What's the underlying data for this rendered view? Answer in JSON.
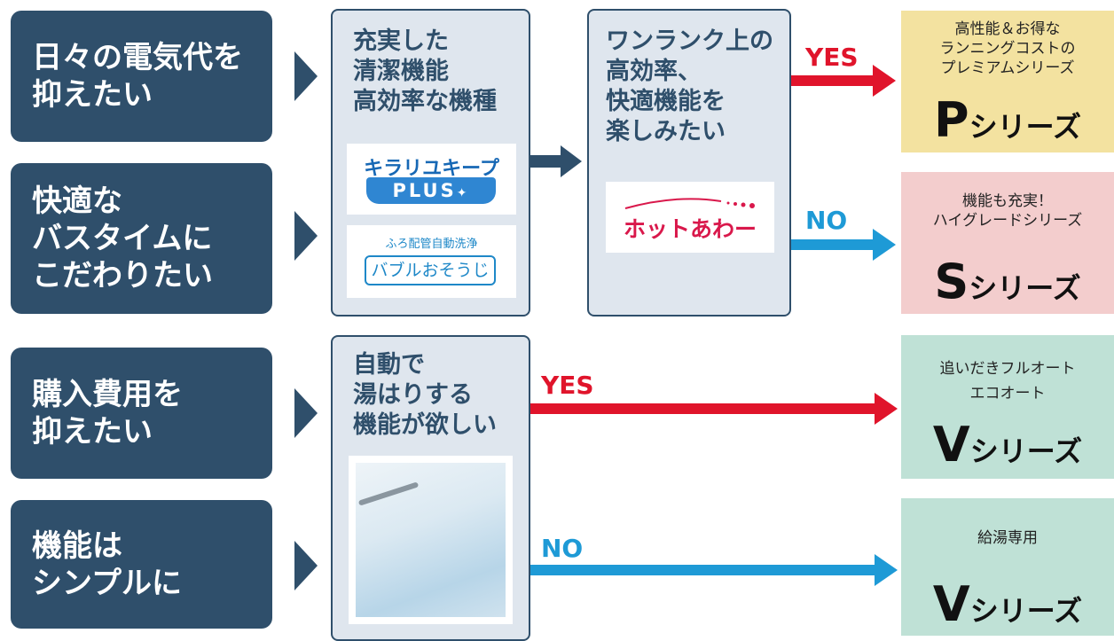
{
  "needs": [
    {
      "lines": [
        "日々の電気代を",
        "抑えたい"
      ]
    },
    {
      "lines": [
        "快適な",
        "バスタイムに",
        "こだわりたい"
      ]
    },
    {
      "lines": [
        "購入費用を",
        "抑えたい"
      ]
    },
    {
      "lines": [
        "機能は",
        "シンプルに"
      ]
    }
  ],
  "panel1": {
    "lines": [
      "充実した",
      "清潔機能",
      "高効率な機種"
    ],
    "logo1_line1": "キラリユキープ",
    "logo1_line2": "PLUS",
    "logo2_caption": "ふろ配管自動洗浄",
    "logo2_text": "バブルおそうじ"
  },
  "panel2": {
    "lines": [
      "ワンランク上の",
      "高効率、",
      "快適機能を",
      "楽しみたい"
    ],
    "logo_text": "ホットあわー"
  },
  "panel3": {
    "lines": [
      "自動で",
      "湯はりする",
      "機能が欲しい"
    ]
  },
  "labels": {
    "yes": "YES",
    "no": "NO"
  },
  "results": [
    {
      "desc": [
        "高性能＆お得な",
        "ランニングコストの",
        "プレミアムシリーズ"
      ],
      "letter": "P",
      "suffix": "シリーズ"
    },
    {
      "desc": [
        "機能も充実！",
        "ハイグレードシリーズ"
      ],
      "letter": "S",
      "suffix": "シリーズ"
    },
    {
      "desc": [
        "追いだきフルオート",
        "エコオート"
      ],
      "letter": "V",
      "suffix": "シリーズ"
    },
    {
      "desc": [
        "給湯専用"
      ],
      "letter": "V",
      "suffix": "シリーズ"
    }
  ],
  "colors": {
    "navy": "#2f4f6b",
    "panel": "#dfe6ee",
    "yes": "#e0142b",
    "no": "#1e9ad6",
    "res_p": "#f3e2a0",
    "res_s": "#f3cdcd",
    "res_v": "#bfe1d6"
  }
}
